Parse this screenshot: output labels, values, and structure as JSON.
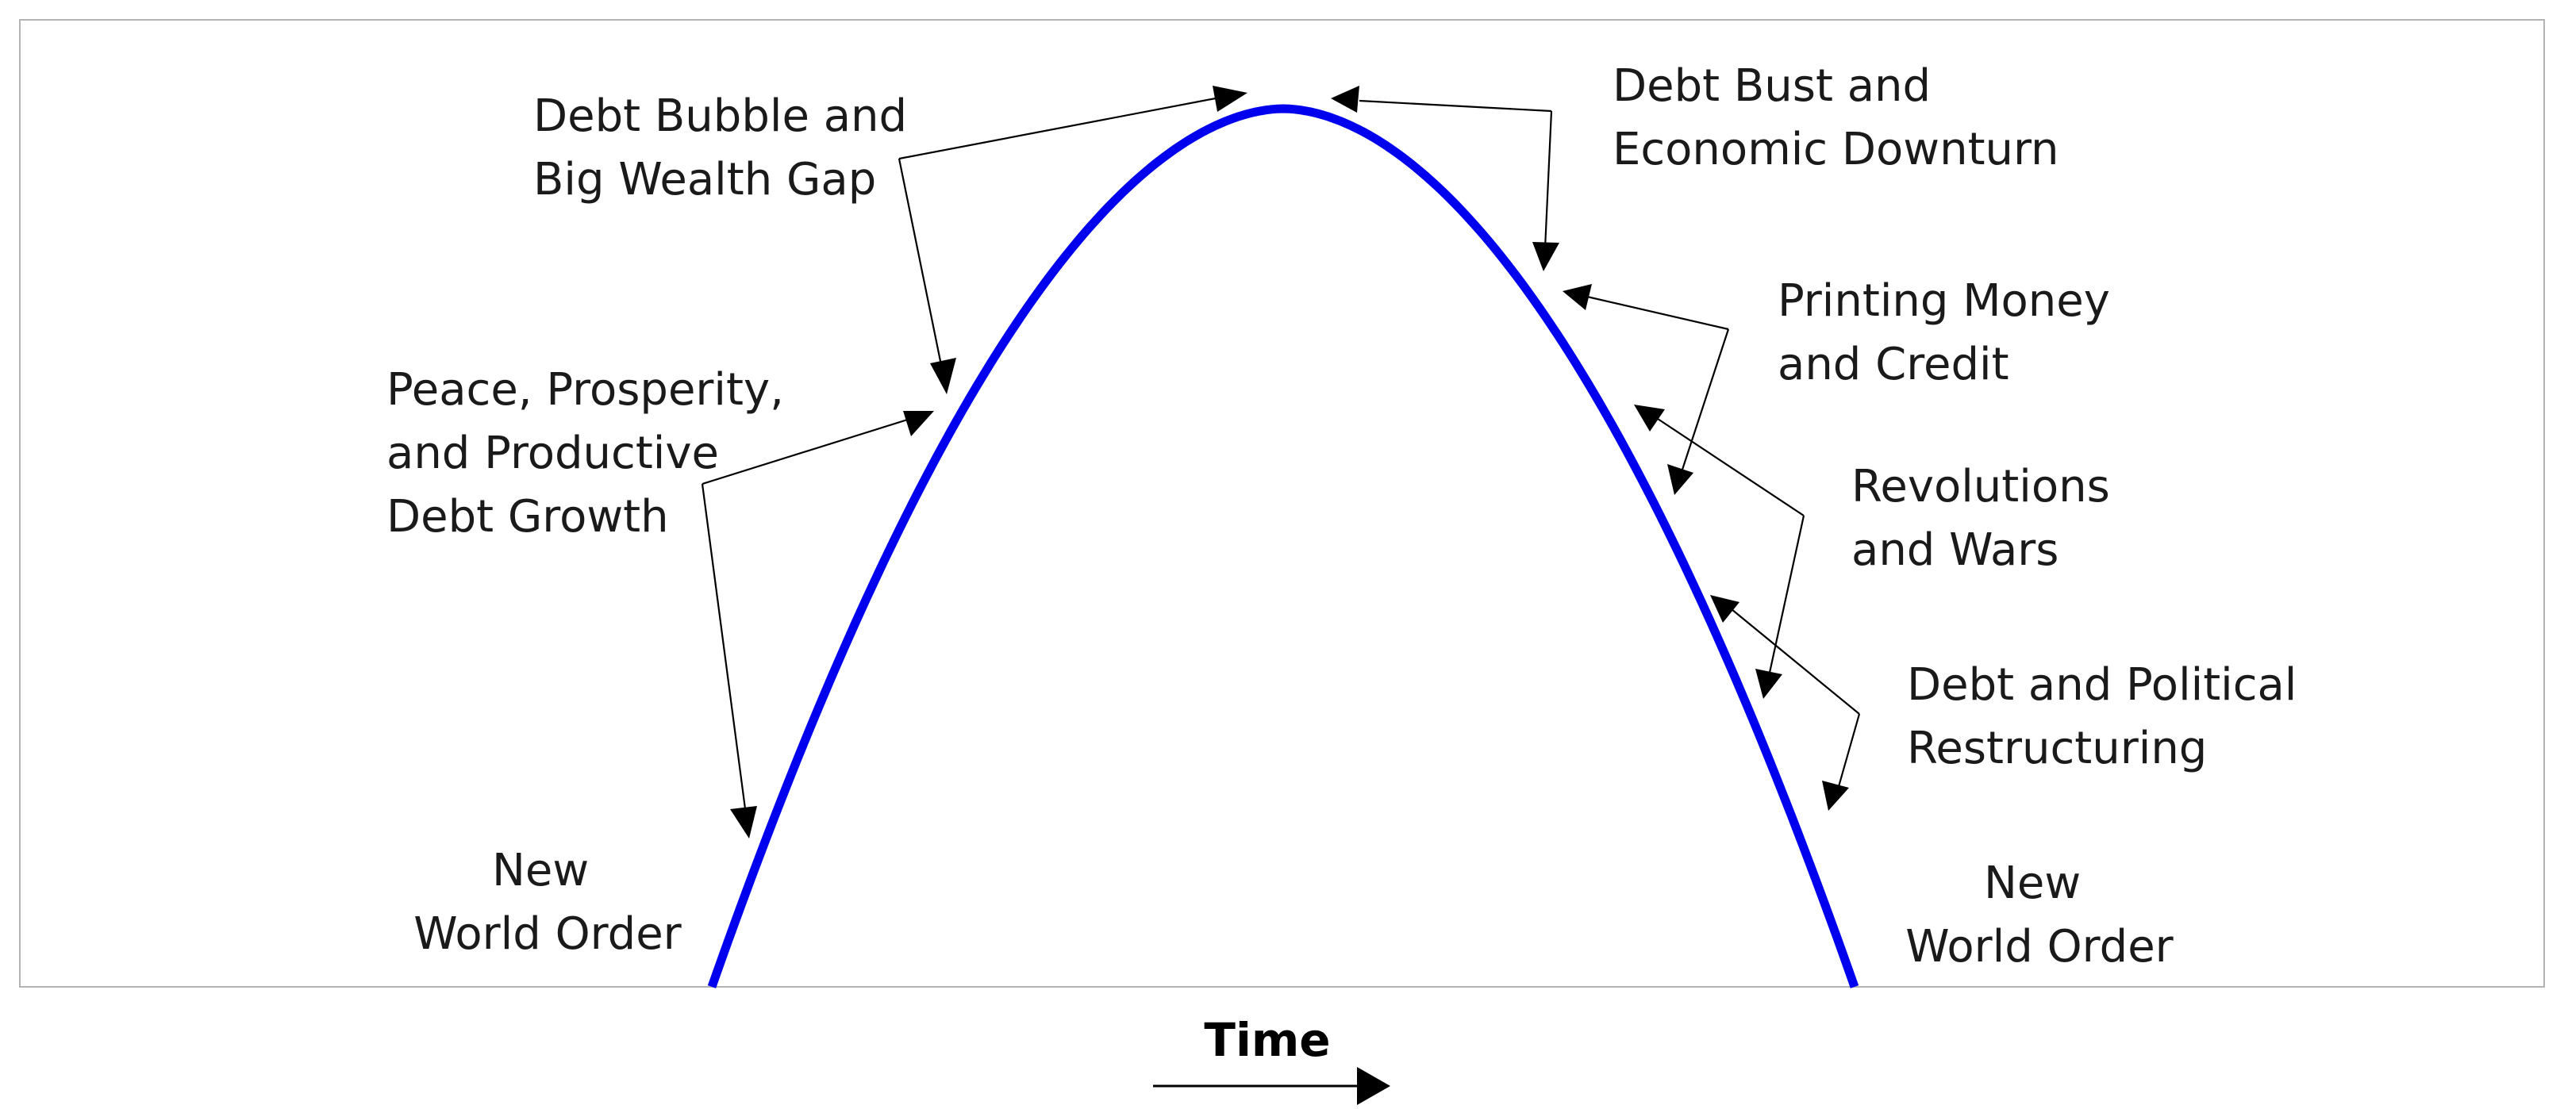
{
  "labels": {
    "debt_bubble": [
      "Debt Bubble and",
      "Big Wealth Gap"
    ],
    "debt_bust": [
      "Debt Bust and",
      "Economic Downturn"
    ],
    "printing_money": [
      "Printing Money",
      "and Credit"
    ],
    "peace_prosperity": [
      "Peace, Prosperity,",
      "and Productive",
      "Debt Growth"
    ],
    "revolutions": [
      "Revolutions",
      "and Wars"
    ],
    "restructuring": [
      "Debt and Political",
      "Restructuring"
    ],
    "new_order_left": [
      "New",
      "World Order"
    ],
    "new_order_right": [
      "New",
      "World Order"
    ]
  },
  "time_axis": {
    "label": "Time"
  },
  "colors": {
    "curve": "#0000ee",
    "arrows": "#000000",
    "frame": "#b3b3b3",
    "text": "#1a1a1a"
  }
}
